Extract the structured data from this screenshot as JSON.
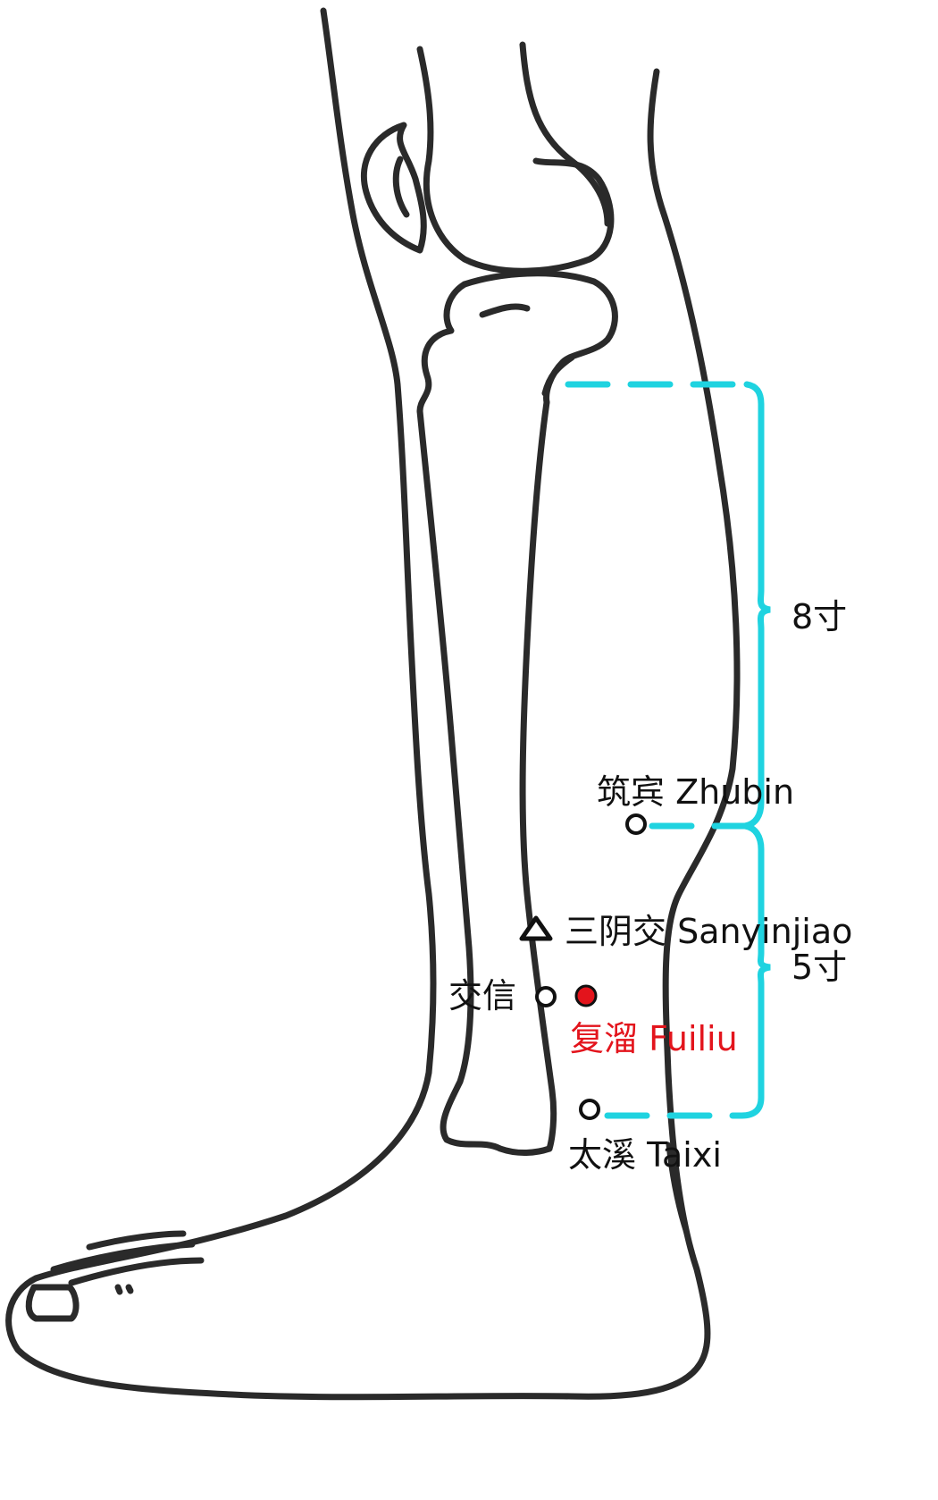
{
  "colors": {
    "outline": "#2a2a2a",
    "bracket": "#1fd3e0",
    "highlight": "#e3141c",
    "text": "#111111"
  },
  "points": [
    {
      "id": "zhubin",
      "symbol": "circle",
      "label": "筑宾 Zhubin"
    },
    {
      "id": "sanyinjiao",
      "symbol": "triangle",
      "label": "三阴交 Sanyinjiao"
    },
    {
      "id": "jiaoxin",
      "symbol": "circle",
      "label": "交信"
    },
    {
      "id": "fuliu",
      "symbol": "filled-circle",
      "label": "复溜 Fuiliu"
    },
    {
      "id": "taixi",
      "symbol": "circle",
      "label": "太溪 Taixi"
    }
  ],
  "measurements": {
    "upper": "8寸",
    "lower": "5寸"
  }
}
